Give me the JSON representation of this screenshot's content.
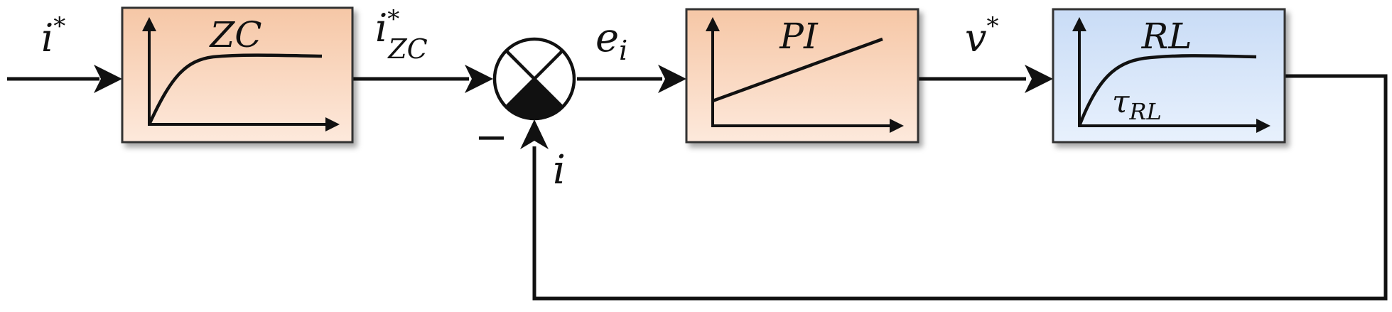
{
  "signals": {
    "input": "i*",
    "zc_out": "i*ZC",
    "error": "ei",
    "voltage_ref": "v*",
    "feedback": "i",
    "minus_sign": "−"
  },
  "blocks": {
    "zc": {
      "label": "ZC",
      "color_top": "#f6c7a6",
      "color_bottom": "#fde9dc"
    },
    "pi": {
      "label": "PI",
      "color_top": "#f6c7a6",
      "color_bottom": "#fde9dc"
    },
    "rl": {
      "label": "RL",
      "time_constant": "τRL",
      "color_top": "#c9dcf6",
      "color_bottom": "#e8f1fd"
    }
  },
  "colors": {
    "line": "#111111",
    "background": "#ffffff"
  }
}
